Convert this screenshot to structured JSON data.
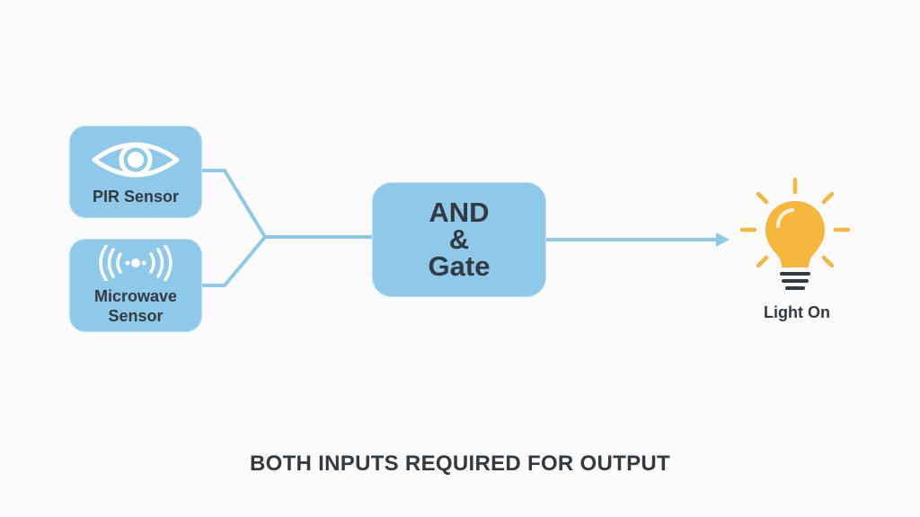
{
  "diagram": {
    "inputs": [
      {
        "label": "PIR Sensor",
        "icon": "eye-icon"
      },
      {
        "label": "Microwave\nSensor",
        "icon": "signal-waves-icon"
      }
    ],
    "gate": {
      "line1": "AND",
      "line2": "&",
      "line3": "Gate"
    },
    "output": {
      "label": "Light On",
      "icon": "light-bulb-icon"
    },
    "caption": "BOTH INPUTS REQUIRED FOR OUTPUT"
  },
  "colors": {
    "box_fill": "#8ec9ea",
    "connector": "#8ec9ea",
    "bulb": "#f6b73c",
    "text": "#333a40",
    "background": "#fbfbfb"
  }
}
